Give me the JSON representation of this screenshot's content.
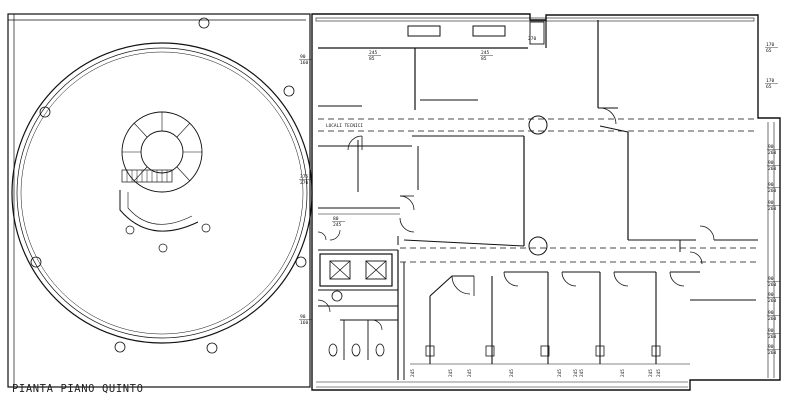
{
  "title": "PIANTA PIANO QUINTO",
  "room_label": "LOCALI TECNICI",
  "left_notes": [
    {
      "top": "90",
      "bottom": "160"
    },
    {
      "top": "375",
      "bottom": "270"
    },
    {
      "top": "90",
      "bottom": "160"
    }
  ],
  "right_top_notes": [
    {
      "top": "170",
      "bottom": "65"
    },
    {
      "top": "170",
      "bottom": "65"
    }
  ],
  "right_mid_notes": [
    {
      "top": "90",
      "bottom": "260"
    },
    {
      "top": "90",
      "bottom": "260"
    },
    {
      "top": "90",
      "bottom": "260"
    },
    {
      "top": "90",
      "bottom": "260"
    }
  ],
  "right_low_notes": [
    {
      "top": "90",
      "bottom": "260"
    },
    {
      "top": "90",
      "bottom": "260"
    },
    {
      "top": "90",
      "bottom": "260"
    },
    {
      "top": "90",
      "bottom": "260"
    },
    {
      "top": "90",
      "bottom": "260"
    }
  ],
  "top_notes": [
    {
      "top": "245",
      "bottom": "85"
    },
    {
      "top": "245",
      "bottom": "85"
    }
  ],
  "top_right_note": "270",
  "inner_note": {
    "top": "80",
    "bottom": "245"
  },
  "bottom_notes": [
    "245",
    "245",
    "245",
    "245",
    "245",
    "245",
    "245",
    "245",
    "245",
    "245"
  ]
}
